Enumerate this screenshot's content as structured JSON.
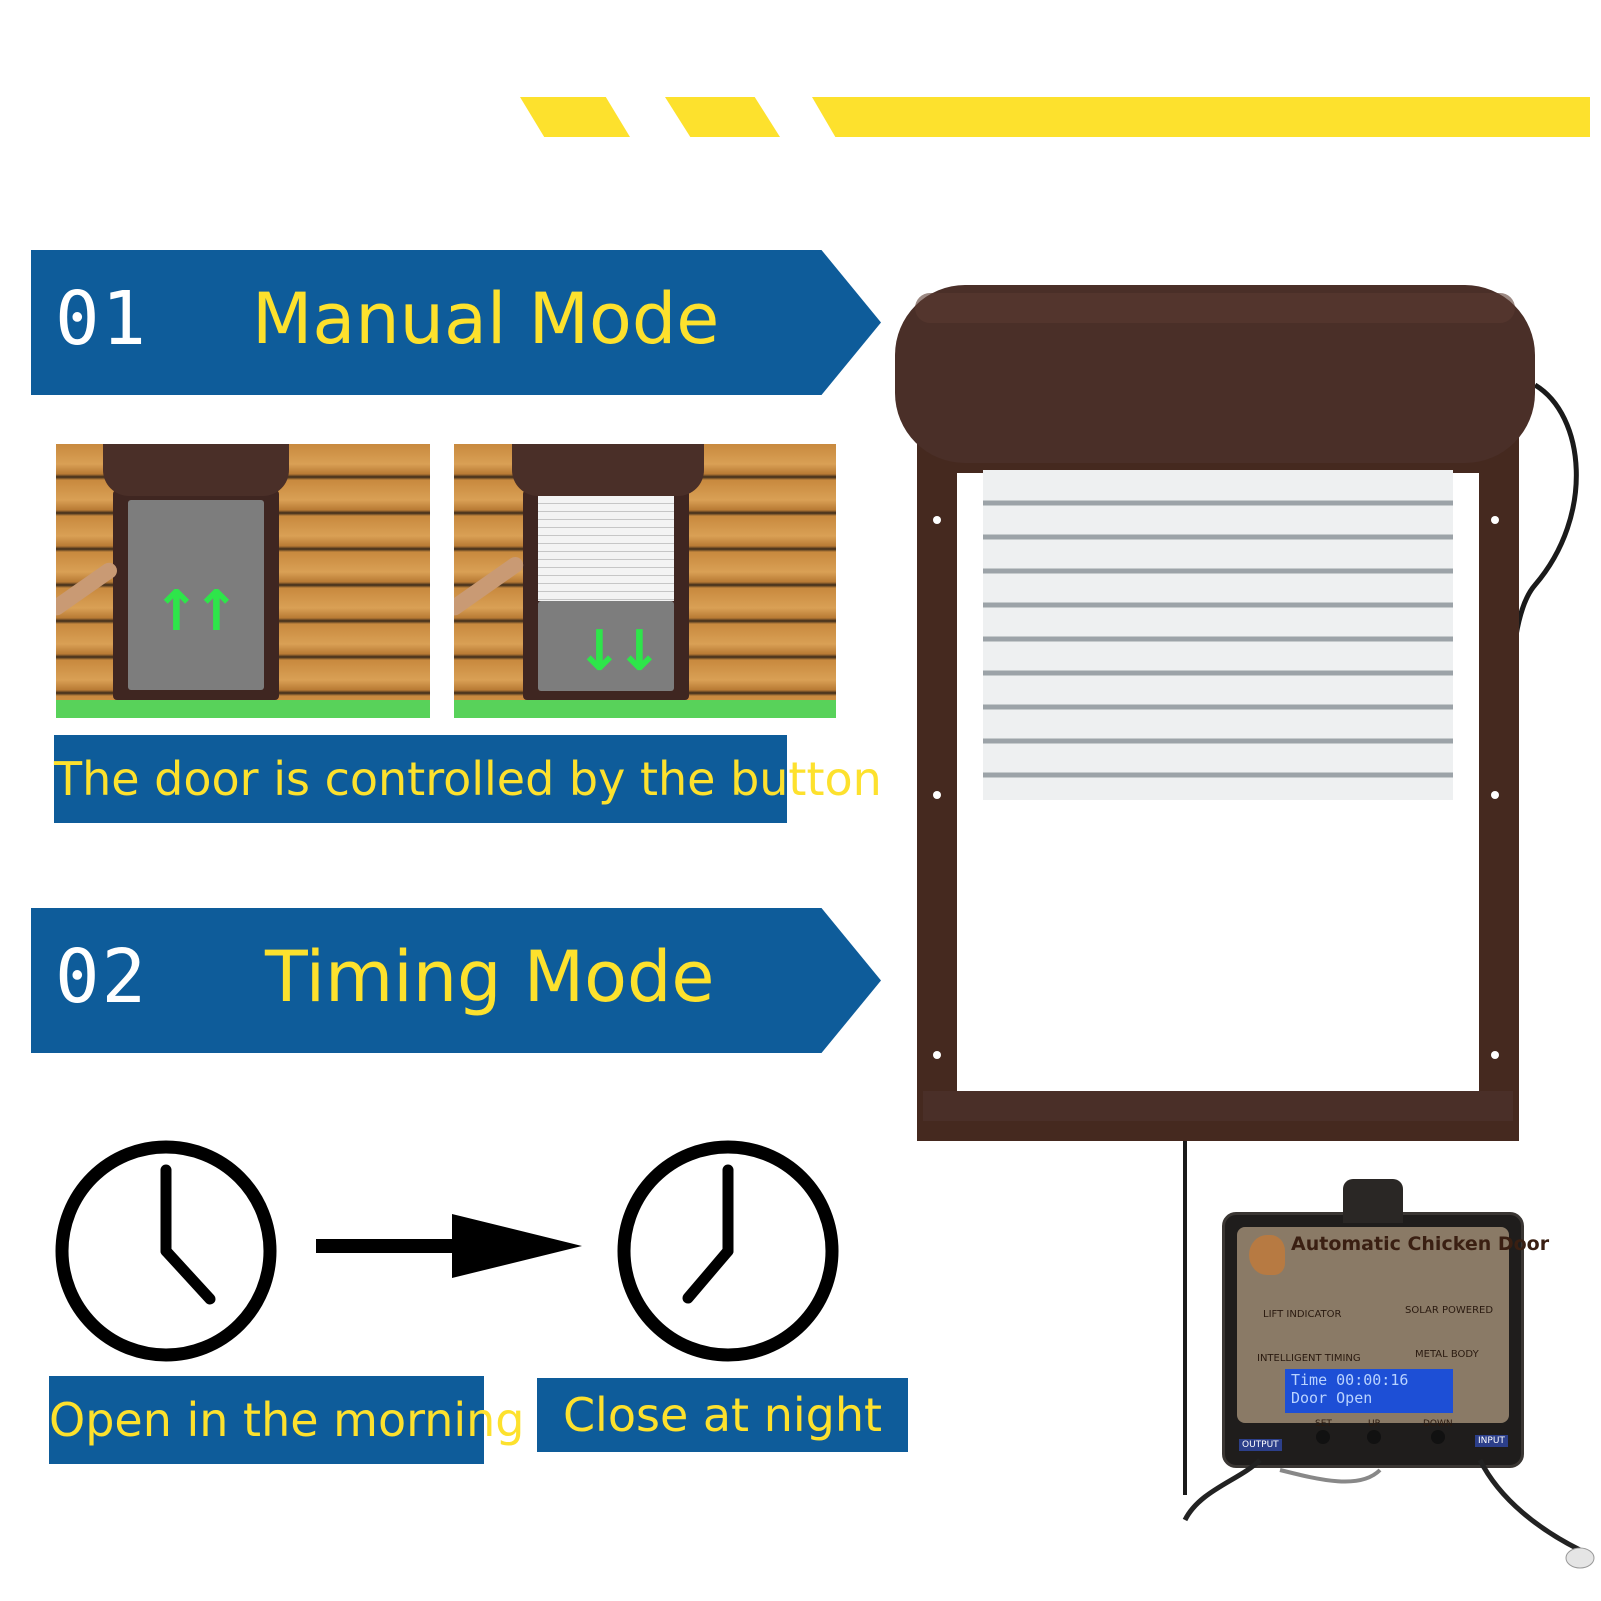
{
  "colors": {
    "banner": "#0e5c9a",
    "accent_yellow": "#fde12d",
    "door_brown": "#4a2f28",
    "slat_white": "#eef0f1"
  },
  "modes": [
    {
      "number": "01",
      "title": "Manual Mode",
      "caption": "The door is controlled by the button"
    },
    {
      "number": "02",
      "title": "Timing Mode",
      "captions": [
        "Open in the morning",
        "Close at night"
      ]
    }
  ],
  "controller": {
    "brand_text": "Automatic Chicken Door",
    "features": [
      "LIFT INDICATOR",
      "SOLAR POWERED",
      "INTELLIGENT TIMING",
      "METAL BODY"
    ],
    "display_line1": "Time 00:00:16",
    "display_line2": "Door Open",
    "buttons": [
      "SET",
      "UP",
      "DOWN"
    ],
    "ports": [
      "OUTPUT",
      "INPUT"
    ]
  },
  "icons": [
    "up-arrow-icon",
    "down-arrow-icon",
    "clock-icon",
    "right-arrow-icon"
  ]
}
